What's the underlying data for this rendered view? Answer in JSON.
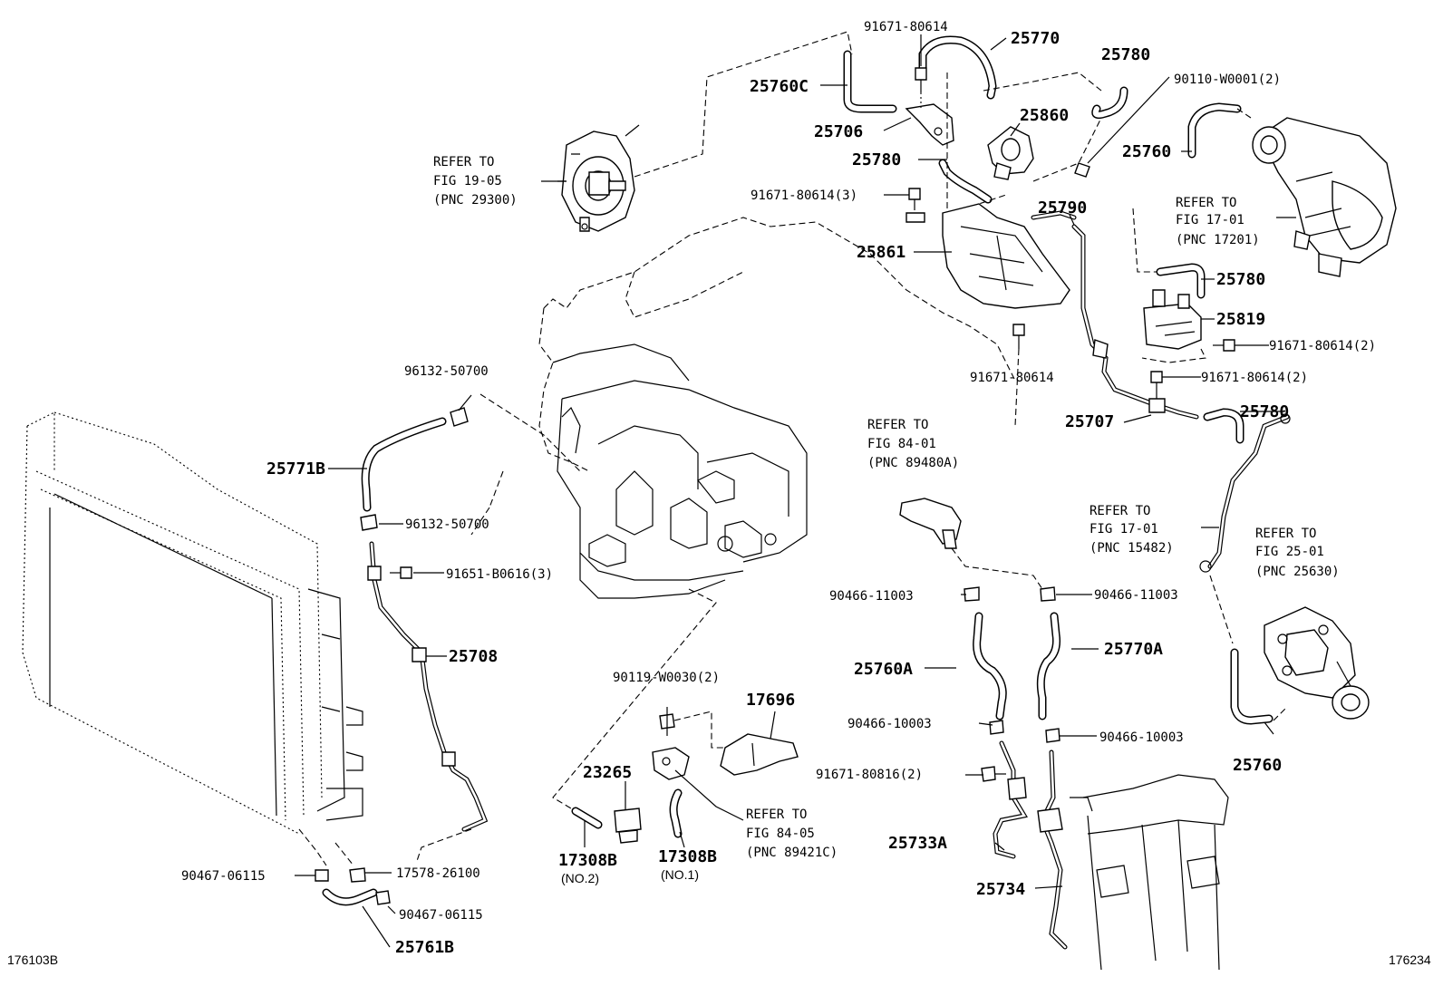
{
  "labels": {
    "p91671_80614_top": "91671-80614",
    "p25770": "25770",
    "p25780_a": "25780",
    "p90110": "90110-W0001(2)",
    "p25760C": "25760C",
    "p25706": "25706",
    "p25860": "25860",
    "p25780_b": "25780",
    "p25760_top": "25760",
    "p91671_80614_3": "91671-80614(3)",
    "p25790": "25790",
    "p25861": "25861",
    "p25780_c": "25780",
    "p25819": "25819",
    "p91671_80614_2a": "91671-80614(2)",
    "p91671_80614_mid": "91671-80614",
    "p91671_80614_2b": "91671-80614(2)",
    "p25707": "25707",
    "p25780_d": "25780",
    "p96132_top": "96132-50700",
    "p25771B": "25771B",
    "p96132_bot": "96132-50700",
    "p91651": "91651-B0616(3)",
    "p25708": "25708",
    "p90466_11003_a": "90466-11003",
    "p90466_11003_b": "90466-11003",
    "p25760A": "25760A",
    "p25770A": "25770A",
    "p90466_10003_a": "90466-10003",
    "p90466_10003_b": "90466-10003",
    "p91671_80816": "91671-80816(2)",
    "p25760_bot": "25760",
    "p25733A": "25733A",
    "p25734": "25734",
    "p90119": "90119-W0030(2)",
    "p17696": "17696",
    "p23265": "23265",
    "p17308B_no2": "17308B",
    "no2": "(NO.2)",
    "p17308B_no1": "17308B",
    "no1": "(NO.1)",
    "p90467_a": "90467-06115",
    "p17578": "17578-26100",
    "p90467_b": "90467-06115",
    "p25761B": "25761B"
  },
  "refers": {
    "r1": {
      "l1": "REFER TO",
      "l2": "FIG 19-05",
      "l3": "(PNC 29300)"
    },
    "r2": {
      "l1": "REFER TO",
      "l2": "FIG 17-01",
      "l3": "(PNC 17201)"
    },
    "r3": {
      "l1": "REFER TO",
      "l2": "FIG 84-01",
      "l3": "(PNC 89480A)"
    },
    "r4": {
      "l1": "REFER TO",
      "l2": "FIG 17-01",
      "l3": "(PNC 15482)"
    },
    "r5": {
      "l1": "REFER TO",
      "l2": "FIG 25-01",
      "l3": "(PNC 25630)"
    },
    "r6": {
      "l1": "REFER TO",
      "l2": "FIG 84-05",
      "l3": "(PNC 89421C)"
    }
  },
  "footer": {
    "left_code": "176103B",
    "right_code": "176234"
  }
}
